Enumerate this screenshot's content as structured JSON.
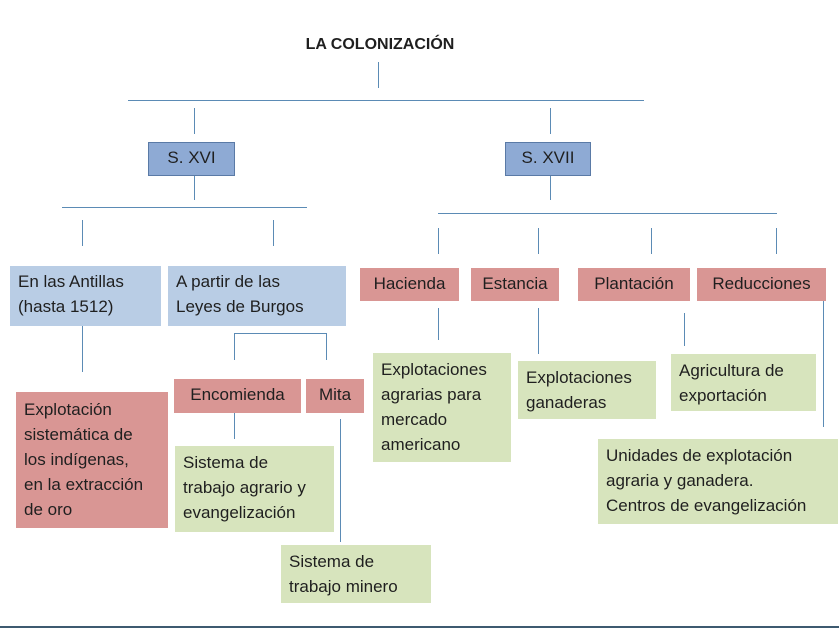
{
  "title": "LA COLONIZACIÓN",
  "centuries": {
    "xvi": "S. XVI",
    "xvii": "S. XVII"
  },
  "xvi": {
    "antillas": [
      "En las Antillas",
      "(hasta 1512)"
    ],
    "leyes": [
      "A partir de las",
      "Leyes de Burgos"
    ],
    "encomienda": "Encomienda",
    "mita": "Mita",
    "explotacion": [
      "Explotación",
      "sistemática de",
      "los indígenas,",
      "en la extracción",
      "de oro"
    ],
    "encomienda_desc": [
      "Sistema de",
      "trabajo agrario y",
      "evangelización"
    ],
    "mita_desc": [
      "Sistema de",
      "trabajo minero"
    ]
  },
  "xvii": {
    "hacienda": "Hacienda",
    "estancia": "Estancia",
    "plantacion": "Plantación",
    "reducciones": "Reducciones",
    "hacienda_desc": [
      "Explotaciones",
      "agrarias para",
      "mercado",
      "americano"
    ],
    "estancia_desc": [
      "Explotaciones",
      "ganaderas"
    ],
    "plantacion_desc": [
      "Agricultura de",
      "exportación"
    ],
    "reducciones_desc": [
      "Unidades de explotación",
      "agraria y ganadera.",
      "Centros de evangelización"
    ]
  },
  "colors": {
    "century": "#8eaad4",
    "blue_box": "#b9cde5",
    "red_box": "#d99694",
    "green_box": "#d7e4bd",
    "connector": "#5b8bb5"
  }
}
